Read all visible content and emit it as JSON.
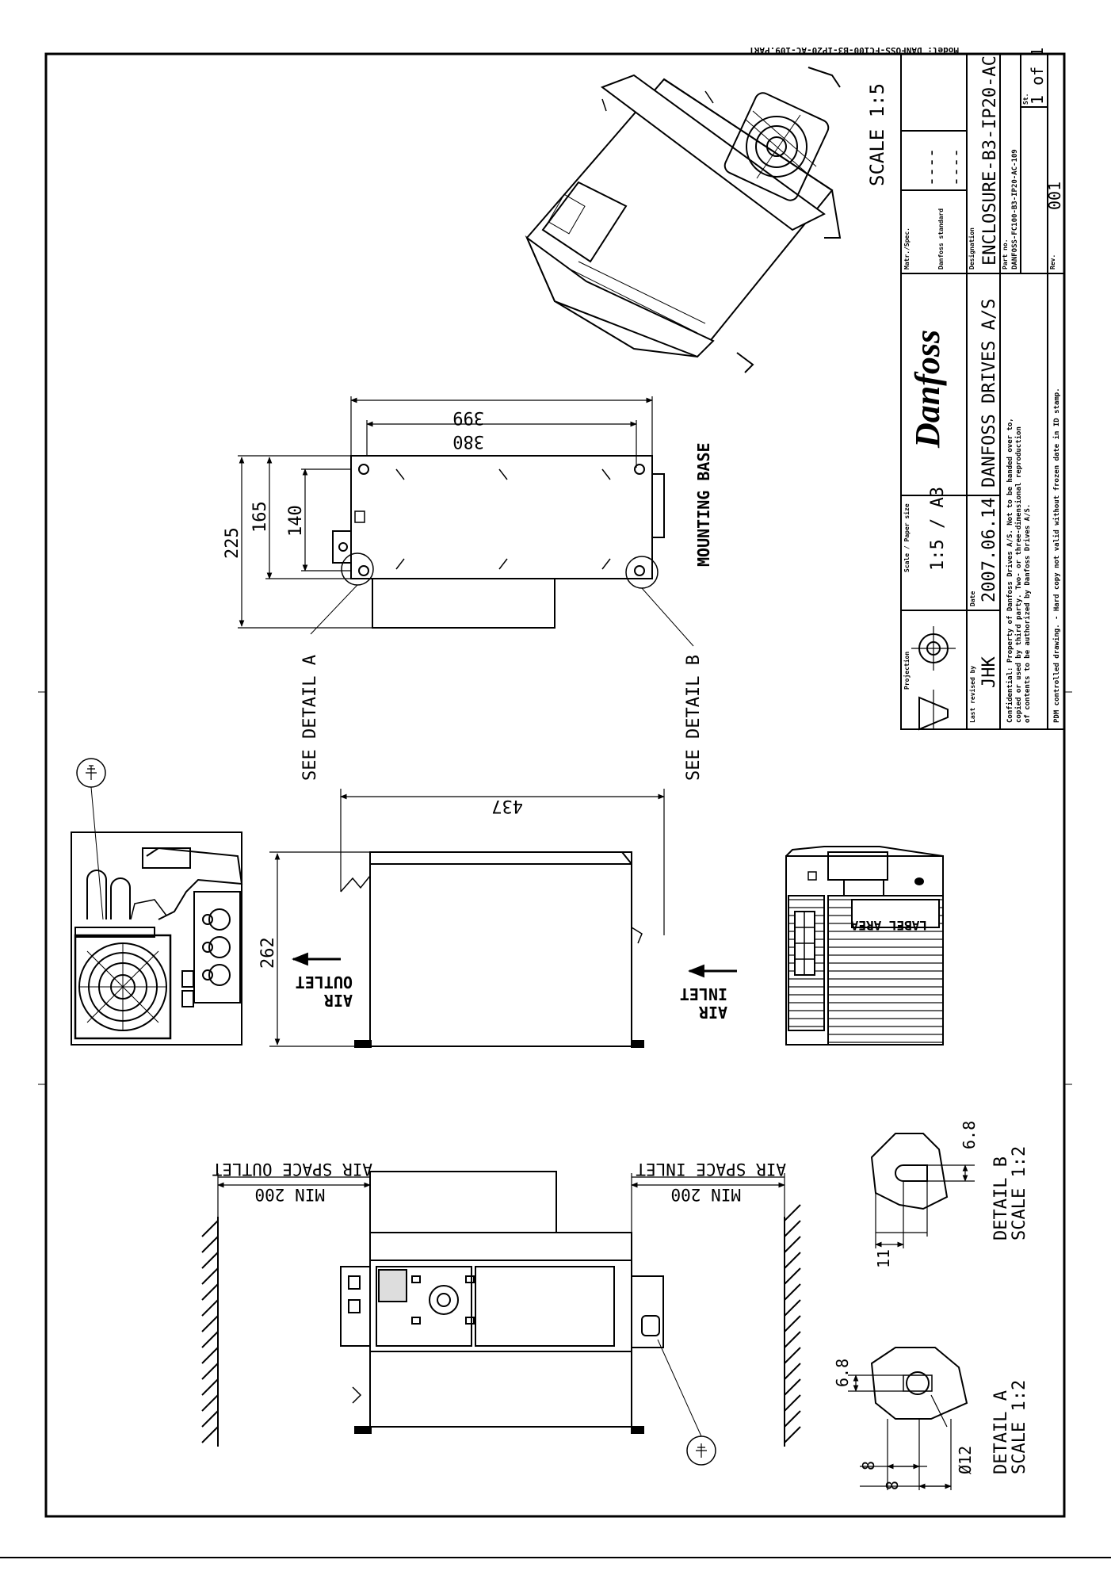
{
  "header": {
    "model_line": "Model: DANFOSS-FC100-B3-IP20-AC-109.PART"
  },
  "scale": {
    "label": "SCALE 1:5"
  },
  "views": {
    "mounting_base": {
      "label": "MOUNTING BASE",
      "dims": {
        "d399": "399",
        "d380": "380",
        "d225": "225",
        "d165": "165",
        "d140": "140"
      }
    },
    "side": {
      "d437": "437",
      "d262": "262"
    },
    "see_detail_a": "SEE DETAIL A",
    "see_detail_b": "SEE DETAIL B",
    "air_outlet": [
      "AIR",
      "OUTLET"
    ],
    "air_inlet": [
      "AIR",
      "INLET"
    ],
    "label_area": "LABEL AREA",
    "front": {
      "space_outlet": "AIR SPACE OUTLET",
      "space_inlet": "AIR SPACE INLET",
      "min_outlet": "MIN 200",
      "min_inlet": "MIN 200"
    },
    "detail_a": {
      "title": "DETAIL A",
      "scale": "SCALE 1:2",
      "dims": {
        "d68": "6.8",
        "dia12": "Ø12",
        "d8a": "8",
        "d8b": "8"
      }
    },
    "detail_b": {
      "title": "DETAIL B",
      "scale": "SCALE 1:2",
      "dims": {
        "d68": "6.8",
        "d11": "11"
      }
    }
  },
  "title_block": {
    "projection_label": "Projection",
    "scale_size_label": "Scale / Paper size",
    "scale_size": "1:5 / A3",
    "last_revised_label": "Last revised by",
    "last_revised": "JHK",
    "date_label": "Date",
    "date": "2007.06.14",
    "company": "DANFOSS DRIVES A/S",
    "logo_text": "Danfoss",
    "confidential": [
      "Confidential: Property of Danfoss Drives A/S. Not to be handed over to,",
      "copied or used by third party. Two- or three-dimensional reproduction",
      "of contents to be authorized by Danfoss Drives A/S."
    ],
    "pdm_note": "PDM controlled drawing. - Hard copy not valid without frozen date in ID stamp.",
    "matr_label": "Matr./Spec.",
    "matr_value": "----",
    "danfoss_std_label": "Danfoss standard",
    "danfoss_std_value": "----",
    "designation_label": "Designation",
    "designation": "ENCLOSURE-B3-IP20-AC",
    "part_no_label": "Part no.",
    "part_no": "DANFOSS-FC100-B3-IP20-AC-109",
    "sheet_label": "St.",
    "sheet": "1 of 1",
    "rev_label": "Rev.",
    "rev": "001"
  }
}
